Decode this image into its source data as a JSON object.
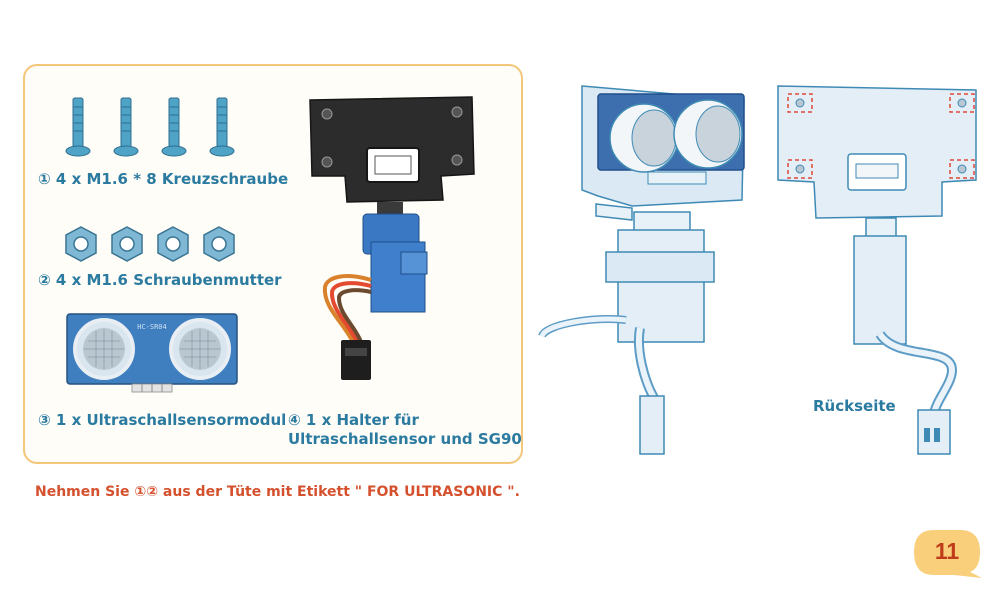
{
  "parts": {
    "screws_label": "① 4 x M1.6 * 8 Kreuzschraube",
    "nuts_label": "② 4 x M1.6 Schraubenmutter",
    "sensor_label": "③ 1 x Ultraschallsensormodul",
    "holder_label_line1": "④ 1 x Halter für",
    "holder_label_line2": "Ultraschallsensor und SG90",
    "sensor_chip_text": "HC-SR04"
  },
  "note": "Nehmen Sie ①② aus der Tüte mit Etikett \" FOR ULTRASONIC \".",
  "back_label": "Rückseite",
  "page_number": "11",
  "colors": {
    "box_border": "#f3c679",
    "label_blue": "#2b7aa0",
    "note_red": "#d5502d",
    "badge_yellow": "#f9cf7b",
    "page_num_red": "#c03b19"
  }
}
